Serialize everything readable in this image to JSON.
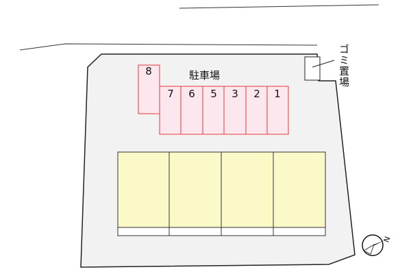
{
  "parking": {
    "title": "駐車場",
    "spots": [
      {
        "label": "8"
      },
      {
        "label": "7"
      },
      {
        "label": "6"
      },
      {
        "label": "5"
      },
      {
        "label": "3"
      },
      {
        "label": "2"
      },
      {
        "label": "1"
      }
    ]
  },
  "garbage": {
    "label": "ゴミ置場"
  },
  "compass": {
    "symbol": "N"
  },
  "colors": {
    "lot_fill": "#f2f2f2",
    "parking_fill": "#fde7ef",
    "parking_border": "#e03a3a",
    "building_fill": "#fbf9c8"
  }
}
